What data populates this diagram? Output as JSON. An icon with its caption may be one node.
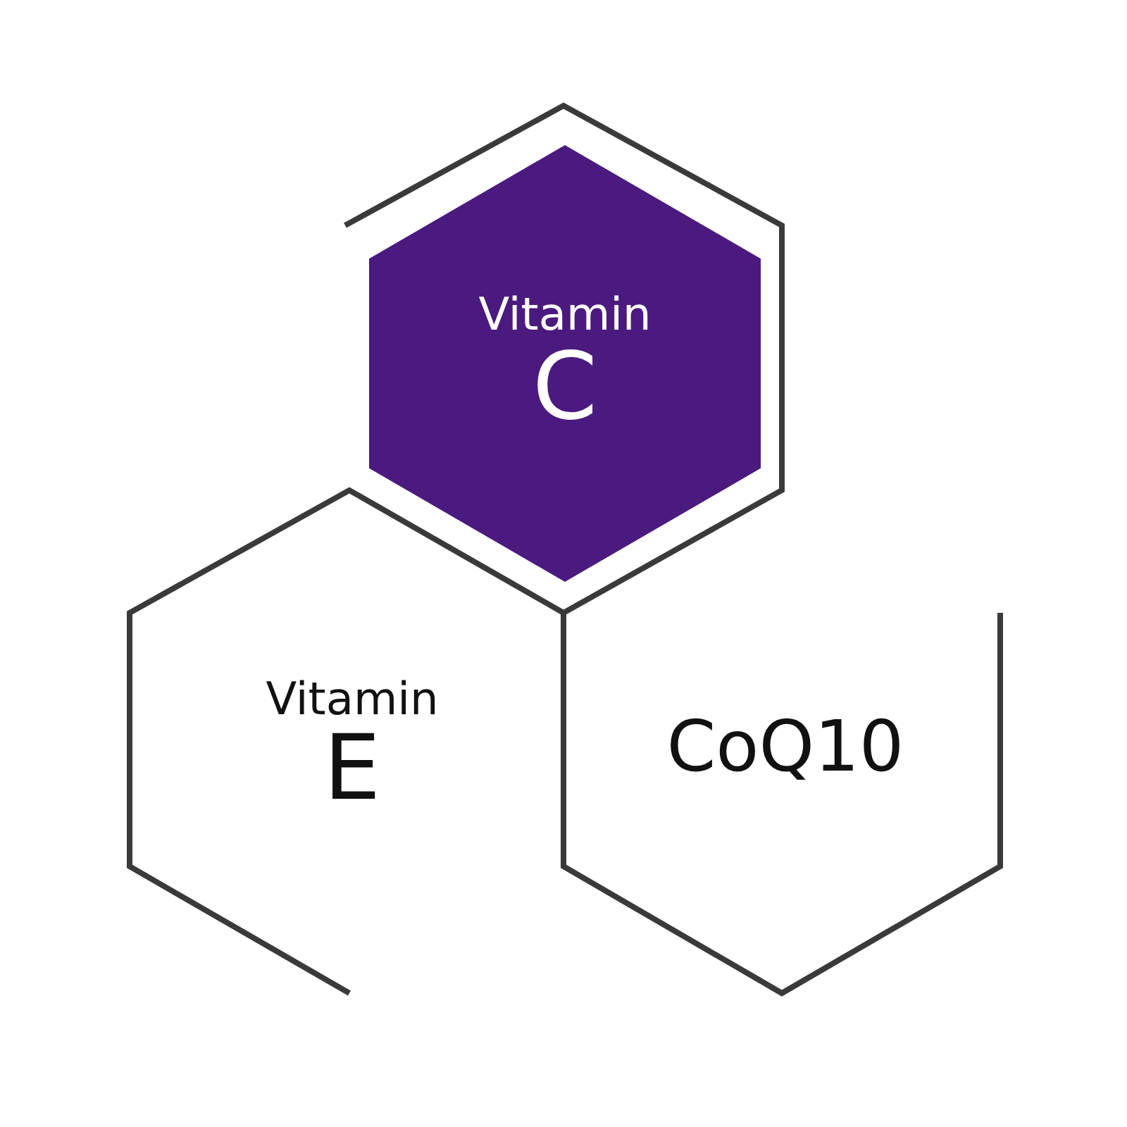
{
  "diagram": {
    "nodes": [
      {
        "text": [
          "Vitamin",
          "C"
        ]
      },
      {
        "text": [
          "Vitamin",
          "E"
        ]
      },
      {
        "text": [
          "CoQ10"
        ]
      }
    ]
  }
}
